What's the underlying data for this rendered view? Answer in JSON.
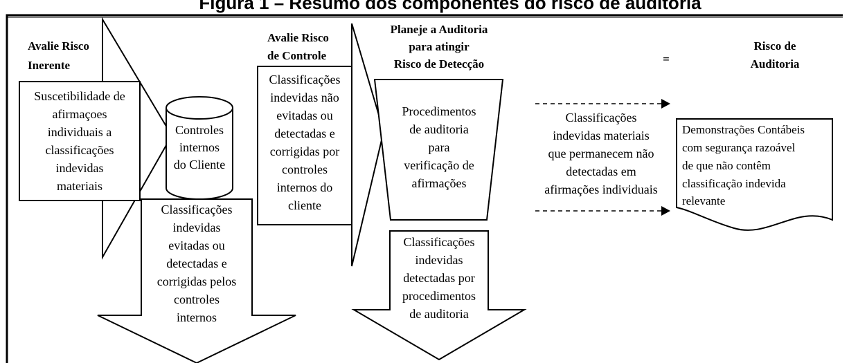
{
  "title": "Figura 1 – Resumo dos componentes do risco de auditoria",
  "inherent_risk": {
    "heading": [
      "Avalie Risco",
      "Inerente"
    ],
    "body": [
      "Suscetibilidade de",
      "afirmaçoes",
      "individuais a",
      "classificações",
      "indevidas",
      "materiais"
    ]
  },
  "client_controls": {
    "label": [
      "Controles",
      "internos",
      "do Cliente"
    ]
  },
  "prevented_errors": {
    "body": [
      "Classificações",
      "indevidas",
      "evitadas ou",
      "detectadas e",
      "corrigidas pelos",
      "controles",
      "internos"
    ]
  },
  "control_risk": {
    "heading": [
      "Avalie Risco",
      "de Controle"
    ],
    "body": [
      "Classificações",
      "indevidas não",
      "evitadas ou",
      "detectadas e",
      "corrigidas por",
      "controles",
      "internos do",
      "cliente"
    ]
  },
  "plan_audit": {
    "heading": [
      "Planeje a Auditoria",
      "para atingir",
      "Risco de Detecção"
    ],
    "body": [
      "Procedimentos",
      "de auditoria",
      "para",
      "verificação de",
      "afirmações"
    ]
  },
  "detected_errors": {
    "body": [
      "Classificações",
      "indevidas",
      "detectadas por",
      "procedimentos",
      "de auditoria"
    ]
  },
  "undetected": {
    "body": [
      "Classificações",
      "indevidas materiais",
      "que permanecem não",
      "detectadas em",
      "afirmações individuais"
    ]
  },
  "equals_sign": "=",
  "audit_risk": {
    "heading": [
      "Risco de",
      "Auditoria"
    ],
    "body": [
      "Demonstrações Contábeis",
      "com segurança razoável",
      "de que não contêm",
      "classificação indevida",
      "relevante"
    ]
  }
}
